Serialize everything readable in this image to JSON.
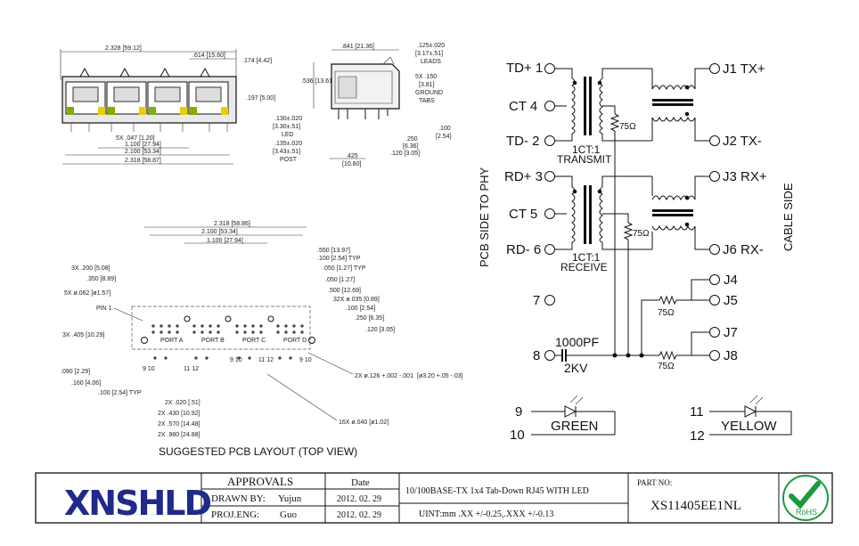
{
  "front_view": {
    "dim_width_total": "2.328 [59.12]",
    "dim_right_offset": ".614 [15.60]",
    "dim_height_a": ".174 [4.42]",
    "dim_height_b": ".197 [5.00]",
    "dim_pitch": "5X .047 [1.20]",
    "dim_1100": "1.100 [27.94]",
    "dim_2100": "2.100 [53.34]",
    "dim_2318": "2.318 [58.87]"
  },
  "side_view": {
    "dim_depth": ".841 [21.36]",
    "dim_leads_1": ".125±.020",
    "dim_leads_2": "[3.17±.51]",
    "dim_leads_3": "LEADS",
    "dim_height": ".536 [13.61]",
    "dim_ground_1": "5X .150",
    "dim_ground_2": "[3.81]",
    "dim_ground_3": "GROUND",
    "dim_ground_4": "TABS",
    "dim_led_1": ".130±.020",
    "dim_led_2": "[3.30±.51]",
    "dim_led_3": "LED",
    "dim_post_1": ".135±.020",
    "dim_post_2": "[3.43±.51]",
    "dim_post_3": "POST",
    "dim_100": ".100",
    "dim_100b": "[2.54]",
    "dim_250": ".250",
    "dim_250b": "[6.36]",
    "dim_425": ".425",
    "dim_425b": "[10.80]",
    "dim_120": ".120 [3.05]"
  },
  "pcb_layout": {
    "title": "SUGGESTED PCB LAYOUT (TOP VIEW)",
    "dim_2318": "2.318 [58.86]",
    "dim_2100": "2.100 [53.34]",
    "dim_1100": "1.100 [27.94]",
    "dim_550": ".550 [13.97]",
    "dim_100_typ": ".100 [2.54] TYP",
    "dim_050_typ": ".050 [1.27] TYP",
    "dim_050": ".050 [1.27]",
    "dim_500": ".500 [12.69]",
    "dim_32x": "32X ø.035 [0.89]",
    "dim_100b": ".100 [2.54]",
    "dim_250": ".250 [6.35]",
    "dim_120": ".120 [3.05]",
    "dim_3x_200": "3X .200 [5.08]",
    "dim_350": ".350 [8.89]",
    "dim_5x_062": "5X ø.062 [ø1.57]",
    "pin1": "PIN 1",
    "dim_3x_405": "3X .405 [10.29]",
    "dim_090": ".090 [2.29]",
    "dim_160": ".160 [4.06]",
    "dim_100_typ_b": ".100 [2.54] TYP",
    "dim_2x_126": "2X ø.126 +.002 -.001",
    "dim_2x_126b": "[ø3.20 +.05 -.03]",
    "dim_2x_020": "2X .020 [.51]",
    "dim_2x_430": "2X .430 [10.92]",
    "dim_2x_570": "2X .570 [14.48]",
    "dim_2x_980": "2X .980 [24.88]",
    "dim_16x": "16X ø.040 [ø1.02]",
    "ports": [
      "PORT A",
      "PORT B",
      "PORT C",
      "PORT D"
    ]
  },
  "schematic": {
    "side_left": "PCB SIDE TO PHY",
    "side_right": "CABLE SIDE",
    "pins_left": [
      "TD+ 1",
      "CT 4",
      "TD- 2",
      "RD+ 3",
      "CT 5",
      "RD- 6",
      "7",
      "8",
      "9",
      "10"
    ],
    "pins_right": [
      "J1 TX+",
      "J2 TX-",
      "J3 RX+",
      "J6 RX-",
      "J4",
      "J5",
      "J7",
      "J8",
      "11",
      "12"
    ],
    "tx_ratio": "1CT:1",
    "tx_label": "TRANSMIT",
    "rx_ratio": "1CT:1",
    "rx_label": "RECEIVE",
    "res_a": "75Ω",
    "res_b": "75Ω",
    "res_c": "75Ω",
    "res_d": "75Ω",
    "cap_value": "1000PF",
    "cap_voltage": "2KV",
    "led_green": "GREEN",
    "led_yellow": "YELLOW"
  },
  "title_block": {
    "logo": "XNSHLD",
    "approvals": "APPROVALS",
    "date_header": "Date",
    "drawn_by_label": "DRAWN BY:",
    "drawn_by": "Yujun",
    "drawn_date": "2012. 02. 29",
    "proj_eng_label": "PROJ.ENG:",
    "proj_eng": "Guo",
    "proj_date": "2012. 02. 29",
    "description": "10/100BASE-TX 1x4 Tab-Down RJ45 WITH LED",
    "units": "UINT:mm .XX +/-0.25,.XXX +/-0.13",
    "part_no_label": "PART NO:",
    "part_no": "XS11405EE1NL",
    "rohs": "RoHS"
  },
  "colors": {
    "led_green": "#7fb000",
    "led_yellow": "#e8d000",
    "rohs_green": "#1a9a3a",
    "logo_blue": "#1f2a8a"
  }
}
